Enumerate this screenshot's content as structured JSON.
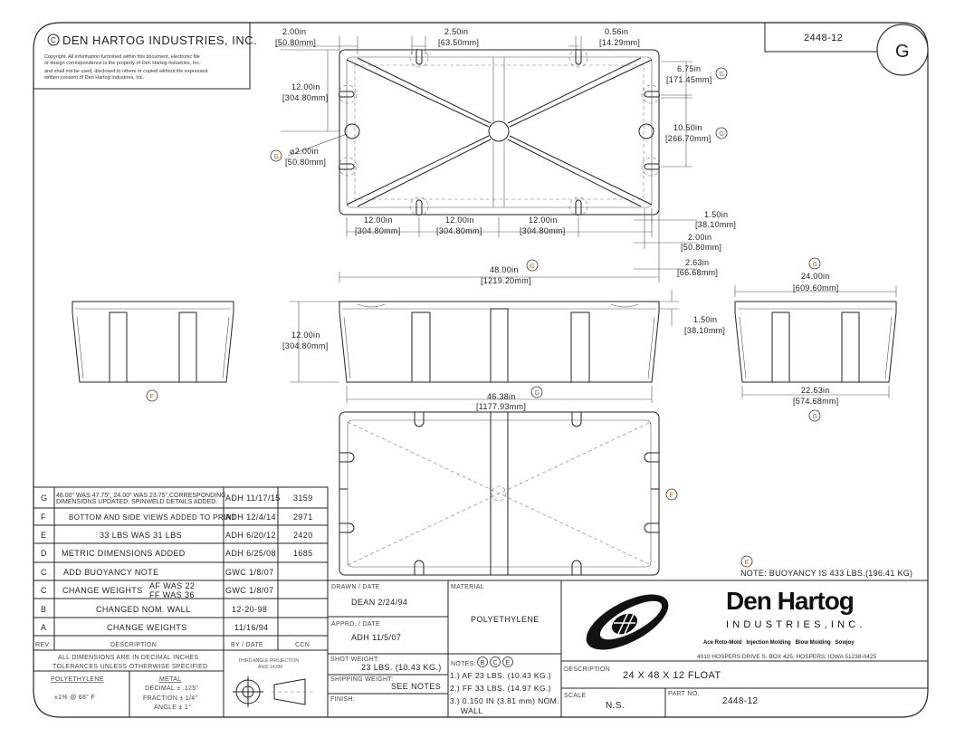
{
  "header": {
    "company": "DEN HARTOG INDUSTRIES, INC.",
    "copyright_lines": [
      "Copyright. All information furnished within this document, electronic file",
      "or design correspondence is the property of Den Hartog industries, Inc.",
      "and shall not be used, disclosed to others or copied without the expressed",
      "written consent of Den Hartog Industries, Inc."
    ],
    "part_number": "2448-12",
    "revision": "G"
  },
  "dimensions": {
    "top_left_offset": [
      "2.00in",
      "[50.80mm]"
    ],
    "top_slot_width": [
      "2.50in",
      "[63.50mm]"
    ],
    "top_slot_small": [
      "0.56in",
      "[14.29mm]"
    ],
    "right_6_75": [
      "6.75in",
      "[171.45mm]"
    ],
    "left_12": [
      "12.00in",
      "[304.80mm]"
    ],
    "right_10_50": [
      "10.50in",
      "[266.70mm]"
    ],
    "hole_dia": [
      "⌀2.00in",
      "[50.80mm]"
    ],
    "bottom_12_a": [
      "12.00in",
      "[304.80mm]"
    ],
    "bottom_12_b": [
      "12.00in",
      "[304.80mm]"
    ],
    "bottom_12_c": [
      "12.00in",
      "[304.80mm]"
    ],
    "right_1_50": [
      "1.50in",
      "[38.10mm]"
    ],
    "right_2_00": [
      "2.00in",
      "[50.80mm]"
    ],
    "right_2_63": [
      "2.63in",
      "[66.68mm]"
    ],
    "length_48": [
      "48.00in",
      "[1219.20mm]"
    ],
    "side_height_12": [
      "12.00in",
      "[304.80mm]"
    ],
    "side_1_50": [
      "1.50in",
      "[38.10mm]"
    ],
    "width_24": [
      "24.00in",
      "[609.60mm]"
    ],
    "width_22_63": [
      "22.63in",
      "[574.68mm]"
    ],
    "length_46_38": [
      "46.38in",
      "[1177.93mm]"
    ]
  },
  "callouts": {
    "g": "G",
    "f": "F",
    "e": "E",
    "b": "B",
    "c": "C"
  },
  "buoyancy_note": "NOTE: BUOYANCY IS 433 LBS.(196.41 KG)",
  "revisions": [
    {
      "rev": "G",
      "desc": [
        "48.00\" WAS 47.75\", 24.00\" WAS 23.75\",CORRESPONDING",
        "DIMENSIONS UPDATED. SPINWELD DETAILS ADDED."
      ],
      "by_date": "ADH 11/17/15",
      "ccn": "3159"
    },
    {
      "rev": "F",
      "desc": [
        "BOTTOM AND SIDE VIEWS ADDED TO PRINT"
      ],
      "by_date": "ADH 12/4/14",
      "ccn": "2971"
    },
    {
      "rev": "E",
      "desc": [
        "33 LBS WAS 31 LBS"
      ],
      "by_date": "ADH 6/20/12",
      "ccn": "2420"
    },
    {
      "rev": "D",
      "desc": [
        "METRIC DIMENSIONS ADDED"
      ],
      "by_date": "ADH 6/25/08",
      "ccn": "1685"
    },
    {
      "rev": "C",
      "desc": [
        "ADD BUOYANCY NOTE"
      ],
      "by_date": "GWC 1/8/07",
      "ccn": ""
    },
    {
      "rev": "C",
      "desc": [
        "CHANGE WEIGHTS",
        "AF WAS 22",
        "FF WAS 36"
      ],
      "by_date": "GWC 1/8/07",
      "ccn": ""
    },
    {
      "rev": "B",
      "desc": [
        "CHANGED NOM. WALL"
      ],
      "by_date": "12-20-98",
      "ccn": ""
    },
    {
      "rev": "A",
      "desc": [
        "CHANGE WEIGHTS"
      ],
      "by_date": "11/16/94",
      "ccn": ""
    }
  ],
  "revision_headers": {
    "rev": "REV",
    "desc": "DESCRIPTION",
    "by_date": "BY / DATE",
    "ccn": "CCN"
  },
  "tolerances": {
    "line1": "ALL DIMENSIONS ARE IN DECIMAL INCHES",
    "line2": "TOLERANCES UNLESS OTHERWISE SPECIFIED",
    "poly_title": "POLYETHYLENE",
    "poly_value": "±1% @ 68° F",
    "metal_title": "METAL",
    "metal_lines": [
      "DECIMAL ± .125\"",
      "FRACTION ± 1/4\"",
      "ANGLE ± 1°"
    ]
  },
  "projection": {
    "line1": "THIRD ANGLE PROJECTION",
    "line2": "ANSI 14.5M"
  },
  "title_block": {
    "drawn_label": "DRAWN / DATE",
    "drawn_value": "DEAN 2/24/94",
    "apprd_label": "APPRD. / DATE",
    "apprd_value": "ADH 11/5/07",
    "material_label": "MATERIAL",
    "material_value": "POLYETHYLENE",
    "shot_weight_label": "SHOT WEIGHT:",
    "shot_weight_value": "23 LBS. (10.43 KG.)",
    "shipping_weight_label": "SHIPPING WEIGHT:",
    "shipping_weight_value": "SEE NOTES",
    "finish_label": "FINISH:",
    "notes_label": "NOTES:",
    "notes": [
      "1.) AF 23 LBS. (10.43 KG.)",
      "2.) FF 33 LBS. (14.97 KG.)",
      "3.) 0.150 IN (3.81 mm) NOM.",
      "WALL"
    ],
    "logo_name": "Den Hartog",
    "logo_sub": "INDUSTRIES,INC.",
    "divisions": "Ace Roto-Mold   Injection Molding   Blow Molding   Sowjoy",
    "address": "4010 HOSPERS DRIVE S.  BOX 425, HOSPERS, IOWA 51238-0425",
    "description_label": "DESCRIPTION",
    "description_value": "24 X 48 X 12 FLOAT",
    "scale_label": "SCALE",
    "scale_value": "N.S.",
    "part_no_label": "PART NO.",
    "part_no_value": "2448-12"
  }
}
